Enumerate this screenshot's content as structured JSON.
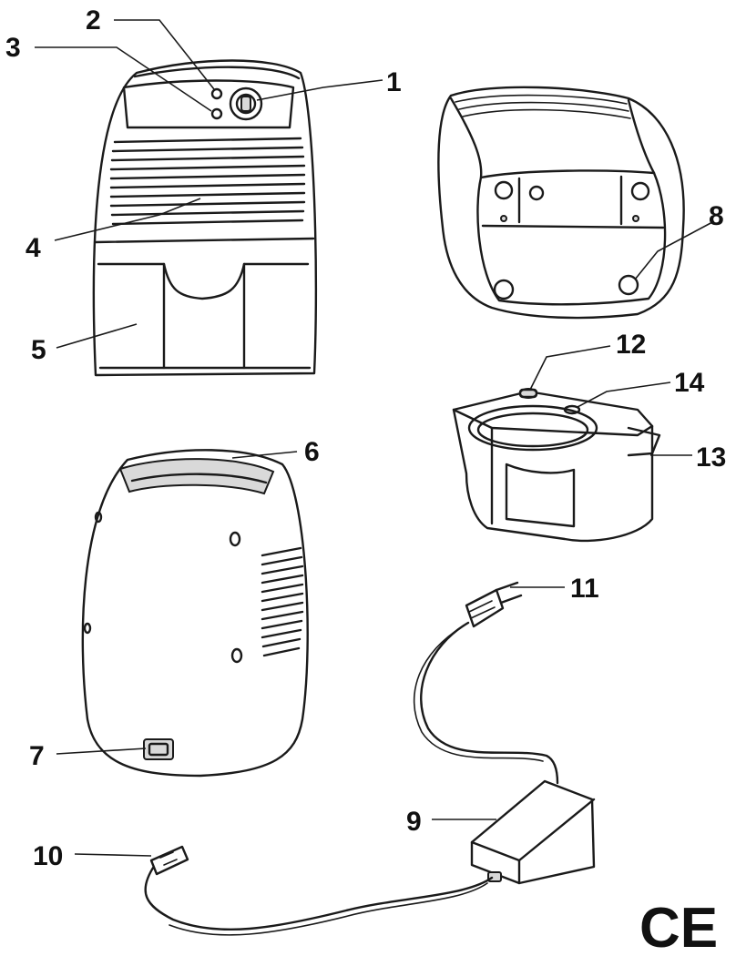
{
  "callouts": {
    "c1": "1",
    "c2": "2",
    "c3": "3",
    "c4": "4",
    "c5": "5",
    "c6": "6",
    "c7": "7",
    "c8": "8",
    "c9": "9",
    "c10": "10",
    "c11": "11",
    "c12": "12",
    "c13": "13",
    "c14": "14"
  },
  "certification_mark": "CE",
  "colors": {
    "ink": "#1a1a1a",
    "paper": "#ffffff",
    "shade": "#d9d9d9"
  }
}
